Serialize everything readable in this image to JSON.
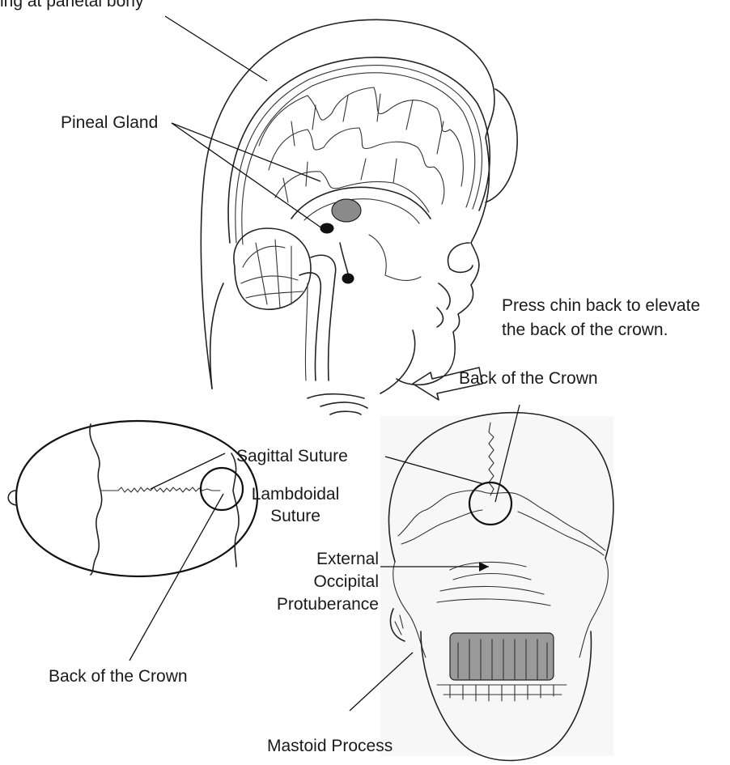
{
  "labels": {
    "top_cut": "ing at parietal bony",
    "pineal_gland": "Pineal Gland",
    "press_chin_line1": "Press chin back to elevate",
    "press_chin_line2": "the back of the crown.",
    "back_of_crown_top": "Back of the Crown",
    "sagittal_suture": "Sagittal Suture",
    "lambdoidal_line1": "Lambdoidal",
    "lambdoidal_line2": "Suture",
    "external_line1": "External",
    "external_line2": "Occipital",
    "external_line3": "Protuberance",
    "back_of_crown_bottom": "Back of the Crown",
    "mastoid_process": "Mastoid Process"
  },
  "colors": {
    "ink": "#222222",
    "background": "#ffffff"
  }
}
